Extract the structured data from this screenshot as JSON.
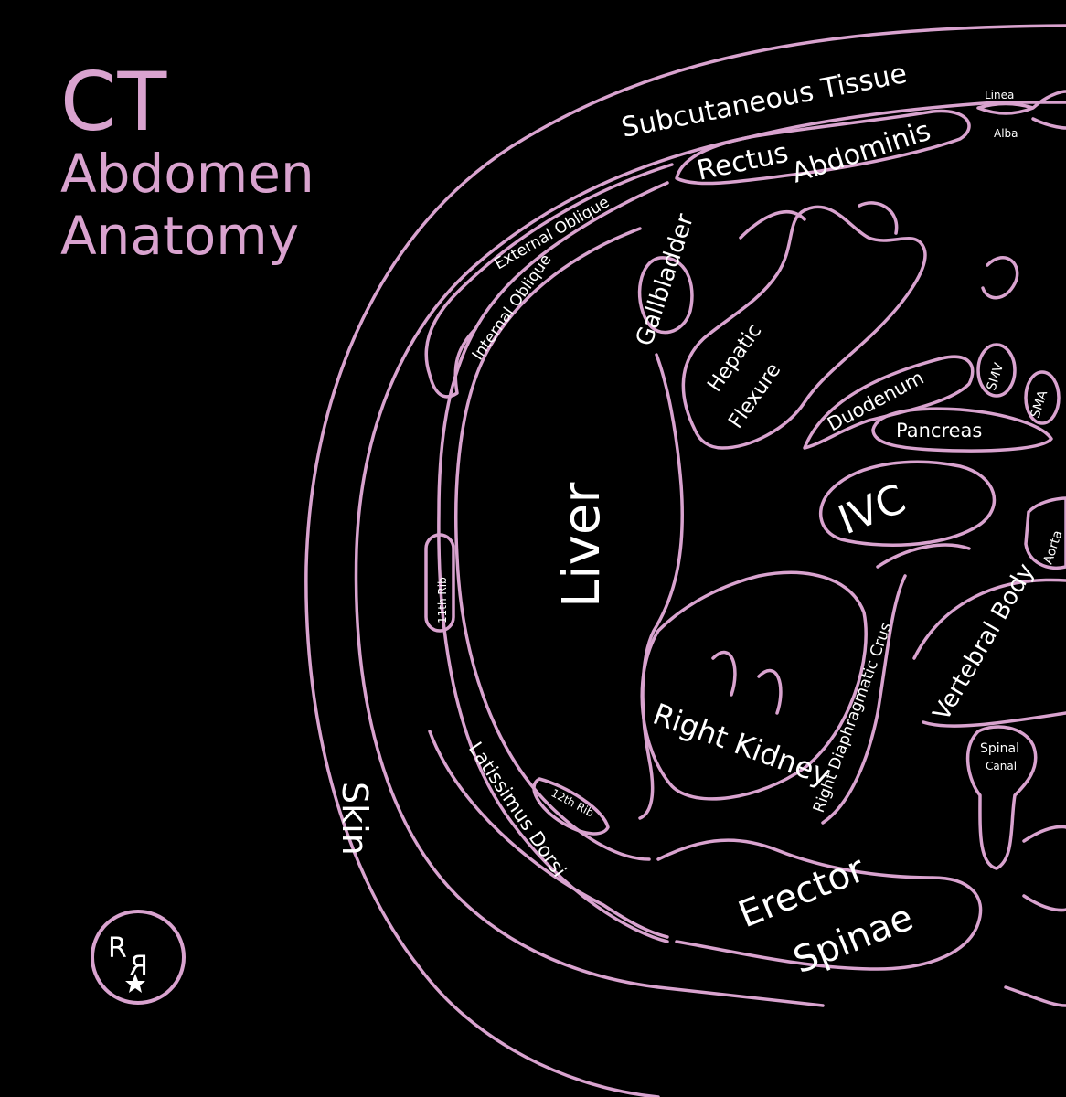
{
  "title": {
    "line1": "CT",
    "line2": "Abdomen",
    "line3": "Anatomy"
  },
  "colors": {
    "background": "#000000",
    "accent": "#d9a3cf",
    "label": "#ffffff"
  },
  "logo": {
    "letter_left": "R",
    "letter_right": "R",
    "icon": "star-icon"
  },
  "labels": {
    "subcutaneous_tissue": "Subcutaneous Tissue",
    "linea": "Linea",
    "alba": "Alba",
    "rectus": "Rectus",
    "abdominis": "Abdominis",
    "external_oblique": "External Oblique",
    "internal_oblique": "Internal Oblique",
    "gallbladder": "Gallbladder",
    "hepatic": "Hepatic",
    "flexure": "Flexure",
    "duodenum": "Duodenum",
    "smv": "SMV",
    "sma": "SMA",
    "pancreas": "Pancreas",
    "liver": "Liver",
    "ivc": "IVC",
    "aorta": "Aorta",
    "rib11": "11th Rib",
    "right_diaphragmatic_crus": "Right Diaphragmatic Crus",
    "vertebral_body": "Vertebral Body",
    "right_kidney": "Right Kidney",
    "spinal": "Spinal",
    "canal": "Canal",
    "latissimus_dorsi": "Latissimus Dorsi",
    "rib12": "12th Rib",
    "skin": "Skin",
    "erector": "Erector",
    "spinae": "Spinae"
  }
}
